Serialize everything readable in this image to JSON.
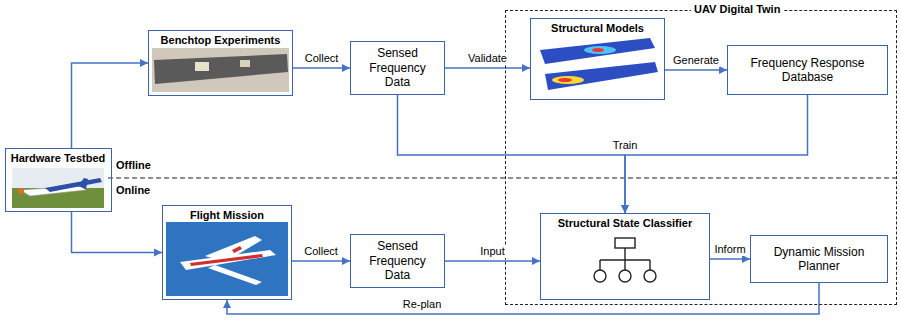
{
  "diagram": {
    "nodes": [
      {
        "text": [
          "Benchtop Experiments"
        ]
      },
      {
        "text": [
          "Sensed Frequency Data"
        ]
      },
      {
        "text": [
          "UAV Digital Twin"
        ]
      },
      {
        "text": [
          "Structural Models"
        ],
        "in": 2
      },
      {
        "text": [
          "Frequency Response Database"
        ],
        "in": 2
      },
      {
        "text": [
          "Hardware Testbed"
        ]
      },
      {
        "text": [
          "Flight Mission"
        ]
      },
      {
        "text": [
          "Sensed Frequency Data"
        ]
      },
      {
        "text": [
          "Structural State Classifier"
        ],
        "in": 2
      },
      {
        "text": [
          "Dynamic Mission Planner"
        ],
        "in": 2
      }
    ],
    "edges": [
      {
        "from": 5,
        "to": 0,
        "arrow": "to"
      },
      {
        "from": 5,
        "to": 6,
        "arrow": "to"
      },
      {
        "from": 0,
        "to": 1,
        "label": "Collect",
        "arrow": "to"
      },
      {
        "from": 1,
        "to": 3,
        "label": "Validate",
        "arrow": "to"
      },
      {
        "from": 3,
        "to": 4,
        "label": "Generate",
        "arrow": "to"
      },
      {
        "from": 1,
        "to": 8,
        "label": "Train",
        "arrow": "to"
      },
      {
        "from": 4,
        "to": 8,
        "arrow": "to"
      },
      {
        "from": 6,
        "to": 7,
        "label": "Collect",
        "arrow": "to"
      },
      {
        "from": 7,
        "to": 8,
        "label": "Input",
        "arrow": "to"
      },
      {
        "from": 8,
        "to": 9,
        "label": "Inform",
        "arrow": "to"
      },
      {
        "from": 9,
        "to": 6,
        "label": "Re-plan",
        "arrow": "to"
      }
    ],
    "labels": [
      "Offline",
      "Online"
    ]
  }
}
